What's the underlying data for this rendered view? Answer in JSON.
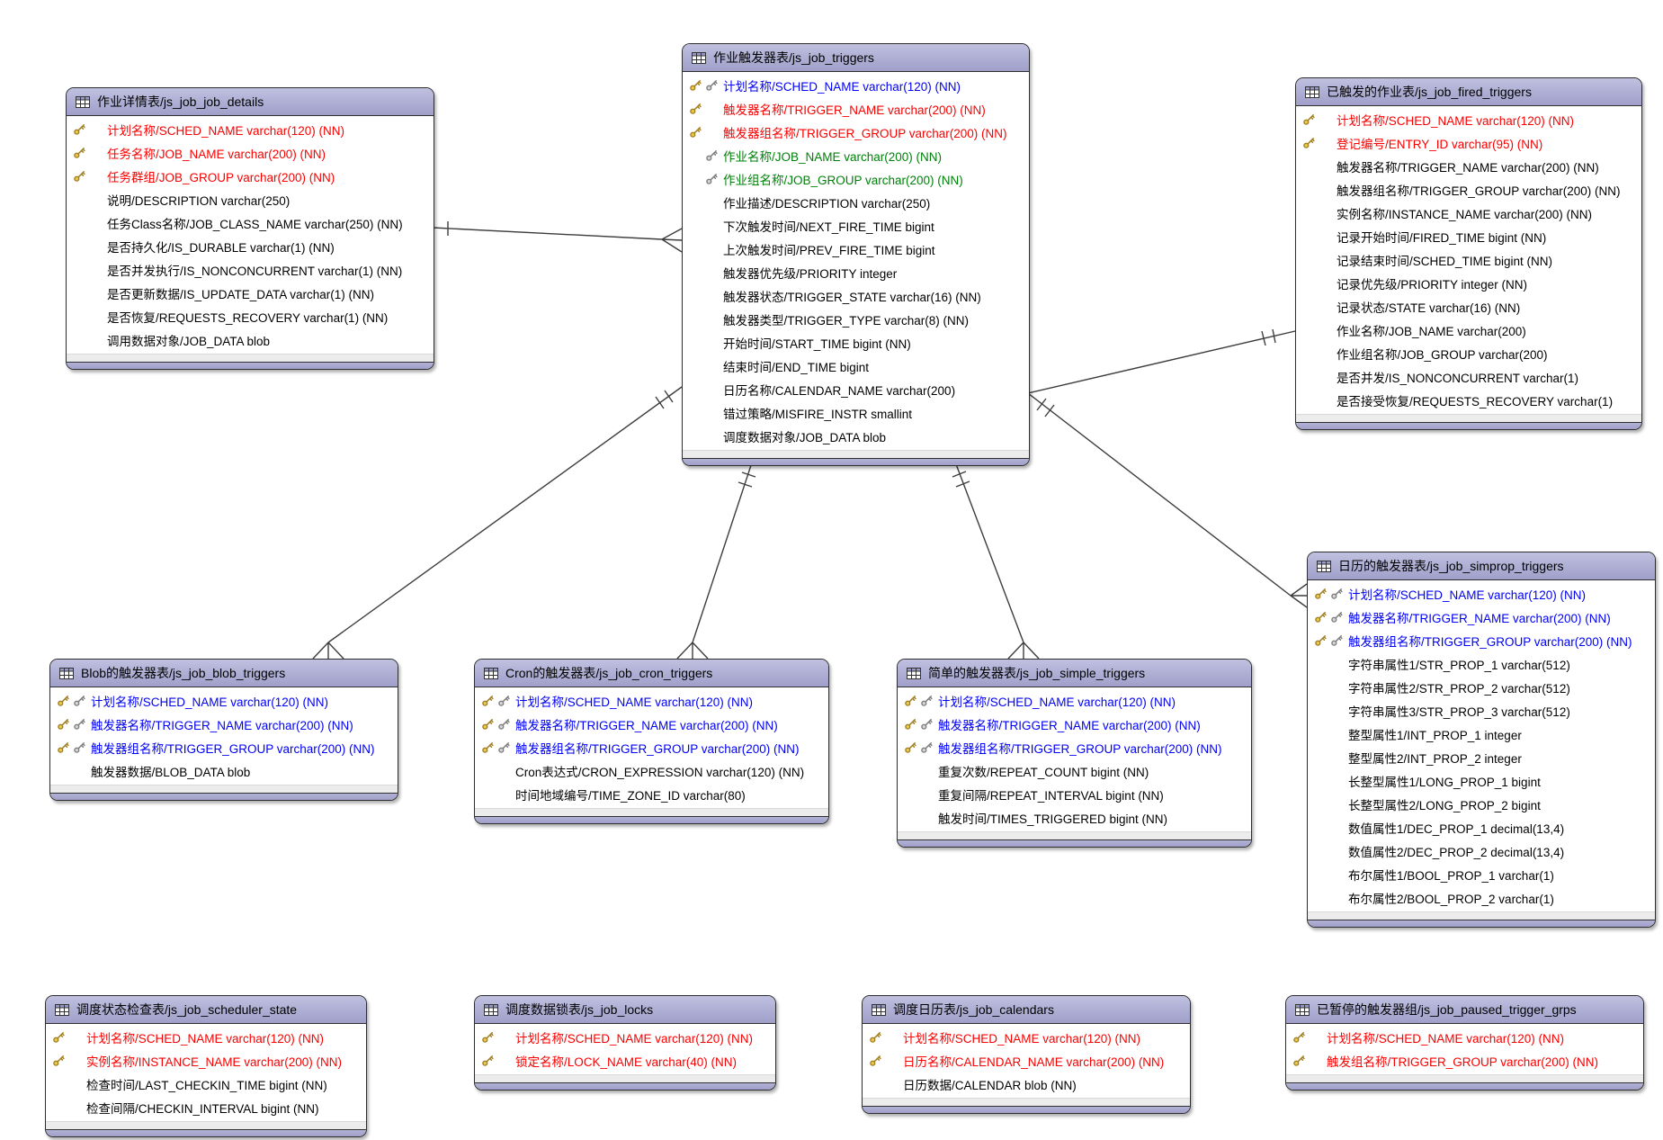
{
  "colors": {
    "header": "#9f9fca",
    "field_red": "#fa0000",
    "field_blue": "#0000f5",
    "field_green": "#00810a",
    "field_black": "#000000",
    "line": "#3d3d3d"
  },
  "entities": [
    {
      "id": "js_job_job_details",
      "title": "作业详情表/js_job_job_details",
      "fields": [
        {
          "label": "计划名称/SCHED_NAME varchar(120) (NN)",
          "color": "red",
          "keys": "G."
        },
        {
          "label": "任务名称/JOB_NAME varchar(200) (NN)",
          "color": "red",
          "keys": "G."
        },
        {
          "label": "任务群组/JOB_GROUP varchar(200) (NN)",
          "color": "red",
          "keys": "G."
        },
        {
          "label": "说明/DESCRIPTION varchar(250)",
          "color": "black",
          "keys": ".."
        },
        {
          "label": "任务Class名称/JOB_CLASS_NAME varchar(250) (NN)",
          "color": "black",
          "keys": ".."
        },
        {
          "label": "是否持久化/IS_DURABLE varchar(1) (NN)",
          "color": "black",
          "keys": ".."
        },
        {
          "label": "是否并发执行/IS_NONCONCURRENT varchar(1) (NN)",
          "color": "black",
          "keys": ".."
        },
        {
          "label": "是否更新数据/IS_UPDATE_DATA varchar(1) (NN)",
          "color": "black",
          "keys": ".."
        },
        {
          "label": "是否恢复/REQUESTS_RECOVERY varchar(1) (NN)",
          "color": "black",
          "keys": ".."
        },
        {
          "label": "调用数据对象/JOB_DATA blob",
          "color": "black",
          "keys": ".."
        }
      ]
    },
    {
      "id": "js_job_triggers",
      "title": "作业触发器表/js_job_triggers",
      "fields": [
        {
          "label": "计划名称/SCHED_NAME varchar(120) (NN)",
          "color": "blue",
          "keys": "GS"
        },
        {
          "label": "触发器名称/TRIGGER_NAME varchar(200) (NN)",
          "color": "red",
          "keys": "G."
        },
        {
          "label": "触发器组名称/TRIGGER_GROUP varchar(200) (NN)",
          "color": "red",
          "keys": "G."
        },
        {
          "label": "作业名称/JOB_NAME varchar(200) (NN)",
          "color": "green",
          "keys": ".S"
        },
        {
          "label": "作业组名称/JOB_GROUP varchar(200) (NN)",
          "color": "green",
          "keys": ".S"
        },
        {
          "label": "作业描述/DESCRIPTION varchar(250)",
          "color": "black",
          "keys": ".."
        },
        {
          "label": "下次触发时间/NEXT_FIRE_TIME bigint",
          "color": "black",
          "keys": ".."
        },
        {
          "label": "上次触发时间/PREV_FIRE_TIME bigint",
          "color": "black",
          "keys": ".."
        },
        {
          "label": "触发器优先级/PRIORITY integer",
          "color": "black",
          "keys": ".."
        },
        {
          "label": "触发器状态/TRIGGER_STATE varchar(16) (NN)",
          "color": "black",
          "keys": ".."
        },
        {
          "label": "触发器类型/TRIGGER_TYPE varchar(8) (NN)",
          "color": "black",
          "keys": ".."
        },
        {
          "label": "开始时间/START_TIME bigint (NN)",
          "color": "black",
          "keys": ".."
        },
        {
          "label": "结束时间/END_TIME bigint",
          "color": "black",
          "keys": ".."
        },
        {
          "label": "日历名称/CALENDAR_NAME varchar(200)",
          "color": "black",
          "keys": ".."
        },
        {
          "label": "错过策略/MISFIRE_INSTR smallint",
          "color": "black",
          "keys": ".."
        },
        {
          "label": "调度数据对象/JOB_DATA blob",
          "color": "black",
          "keys": ".."
        }
      ]
    },
    {
      "id": "js_job_fired_triggers",
      "title": "已触发的作业表/js_job_fired_triggers",
      "fields": [
        {
          "label": "计划名称/SCHED_NAME varchar(120) (NN)",
          "color": "red",
          "keys": "G."
        },
        {
          "label": "登记编号/ENTRY_ID varchar(95) (NN)",
          "color": "red",
          "keys": "G."
        },
        {
          "label": "触发器名称/TRIGGER_NAME varchar(200) (NN)",
          "color": "black",
          "keys": ".."
        },
        {
          "label": "触发器组名称/TRIGGER_GROUP varchar(200) (NN)",
          "color": "black",
          "keys": ".."
        },
        {
          "label": "实例名称/INSTANCE_NAME varchar(200) (NN)",
          "color": "black",
          "keys": ".."
        },
        {
          "label": "记录开始时间/FIRED_TIME bigint (NN)",
          "color": "black",
          "keys": ".."
        },
        {
          "label": "记录结束时间/SCHED_TIME bigint (NN)",
          "color": "black",
          "keys": ".."
        },
        {
          "label": "记录优先级/PRIORITY integer (NN)",
          "color": "black",
          "keys": ".."
        },
        {
          "label": "记录状态/STATE varchar(16) (NN)",
          "color": "black",
          "keys": ".."
        },
        {
          "label": "作业名称/JOB_NAME varchar(200)",
          "color": "black",
          "keys": ".."
        },
        {
          "label": "作业组名称/JOB_GROUP varchar(200)",
          "color": "black",
          "keys": ".."
        },
        {
          "label": "是否并发/IS_NONCONCURRENT varchar(1)",
          "color": "black",
          "keys": ".."
        },
        {
          "label": "是否接受恢复/REQUESTS_RECOVERY varchar(1)",
          "color": "black",
          "keys": ".."
        }
      ]
    },
    {
      "id": "js_job_simprop_triggers",
      "title": "日历的触发器表/js_job_simprop_triggers",
      "fields": [
        {
          "label": "计划名称/SCHED_NAME varchar(120) (NN)",
          "color": "blue",
          "keys": "GS"
        },
        {
          "label": "触发器名称/TRIGGER_NAME varchar(200) (NN)",
          "color": "blue",
          "keys": "GS"
        },
        {
          "label": "触发器组名称/TRIGGER_GROUP varchar(200) (NN)",
          "color": "blue",
          "keys": "GS"
        },
        {
          "label": "字符串属性1/STR_PROP_1 varchar(512)",
          "color": "black",
          "keys": ".."
        },
        {
          "label": "字符串属性2/STR_PROP_2 varchar(512)",
          "color": "black",
          "keys": ".."
        },
        {
          "label": "字符串属性3/STR_PROP_3 varchar(512)",
          "color": "black",
          "keys": ".."
        },
        {
          "label": "整型属性1/INT_PROP_1 integer",
          "color": "black",
          "keys": ".."
        },
        {
          "label": "整型属性2/INT_PROP_2 integer",
          "color": "black",
          "keys": ".."
        },
        {
          "label": "长整型属性1/LONG_PROP_1 bigint",
          "color": "black",
          "keys": ".."
        },
        {
          "label": "长整型属性2/LONG_PROP_2 bigint",
          "color": "black",
          "keys": ".."
        },
        {
          "label": "数值属性1/DEC_PROP_1 decimal(13,4)",
          "color": "black",
          "keys": ".."
        },
        {
          "label": "数值属性2/DEC_PROP_2 decimal(13,4)",
          "color": "black",
          "keys": ".."
        },
        {
          "label": "布尔属性1/BOOL_PROP_1 varchar(1)",
          "color": "black",
          "keys": ".."
        },
        {
          "label": "布尔属性2/BOOL_PROP_2 varchar(1)",
          "color": "black",
          "keys": ".."
        }
      ]
    },
    {
      "id": "js_job_blob_triggers",
      "title": "Blob的触发器表/js_job_blob_triggers",
      "fields": [
        {
          "label": "计划名称/SCHED_NAME varchar(120) (NN)",
          "color": "blue",
          "keys": "GS"
        },
        {
          "label": "触发器名称/TRIGGER_NAME varchar(200) (NN)",
          "color": "blue",
          "keys": "GS"
        },
        {
          "label": "触发器组名称/TRIGGER_GROUP varchar(200) (NN)",
          "color": "blue",
          "keys": "GS"
        },
        {
          "label": "触发器数据/BLOB_DATA blob",
          "color": "black",
          "keys": ".."
        }
      ]
    },
    {
      "id": "js_job_cron_triggers",
      "title": "Cron的触发器表/js_job_cron_triggers",
      "fields": [
        {
          "label": "计划名称/SCHED_NAME varchar(120) (NN)",
          "color": "blue",
          "keys": "GS"
        },
        {
          "label": "触发器名称/TRIGGER_NAME varchar(200) (NN)",
          "color": "blue",
          "keys": "GS"
        },
        {
          "label": "触发器组名称/TRIGGER_GROUP varchar(200) (NN)",
          "color": "blue",
          "keys": "GS"
        },
        {
          "label": "Cron表达式/CRON_EXPRESSION varchar(120) (NN)",
          "color": "black",
          "keys": ".."
        },
        {
          "label": "时间地域编号/TIME_ZONE_ID varchar(80)",
          "color": "black",
          "keys": ".."
        }
      ]
    },
    {
      "id": "js_job_simple_triggers",
      "title": "简单的触发器表/js_job_simple_triggers",
      "fields": [
        {
          "label": "计划名称/SCHED_NAME varchar(120) (NN)",
          "color": "blue",
          "keys": "GS"
        },
        {
          "label": "触发器名称/TRIGGER_NAME varchar(200) (NN)",
          "color": "blue",
          "keys": "GS"
        },
        {
          "label": "触发器组名称/TRIGGER_GROUP varchar(200) (NN)",
          "color": "blue",
          "keys": "GS"
        },
        {
          "label": "重复次数/REPEAT_COUNT bigint (NN)",
          "color": "black",
          "keys": ".."
        },
        {
          "label": "重复间隔/REPEAT_INTERVAL bigint (NN)",
          "color": "black",
          "keys": ".."
        },
        {
          "label": "触发时间/TIMES_TRIGGERED bigint (NN)",
          "color": "black",
          "keys": ".."
        }
      ]
    },
    {
      "id": "js_job_scheduler_state",
      "title": "调度状态检查表/js_job_scheduler_state",
      "fields": [
        {
          "label": "计划名称/SCHED_NAME varchar(120) (NN)",
          "color": "red",
          "keys": "G."
        },
        {
          "label": "实例名称/INSTANCE_NAME varchar(200) (NN)",
          "color": "red",
          "keys": "G."
        },
        {
          "label": "检查时间/LAST_CHECKIN_TIME bigint (NN)",
          "color": "black",
          "keys": ".."
        },
        {
          "label": "检查间隔/CHECKIN_INTERVAL bigint (NN)",
          "color": "black",
          "keys": ".."
        }
      ]
    },
    {
      "id": "js_job_locks",
      "title": "调度数据锁表/js_job_locks",
      "fields": [
        {
          "label": "计划名称/SCHED_NAME varchar(120) (NN)",
          "color": "red",
          "keys": "G."
        },
        {
          "label": "锁定名称/LOCK_NAME varchar(40) (NN)",
          "color": "red",
          "keys": "G."
        }
      ]
    },
    {
      "id": "js_job_calendars",
      "title": "调度日历表/js_job_calendars",
      "fields": [
        {
          "label": "计划名称/SCHED_NAME varchar(120) (NN)",
          "color": "red",
          "keys": "G."
        },
        {
          "label": "日历名称/CALENDAR_NAME varchar(200) (NN)",
          "color": "red",
          "keys": "G."
        },
        {
          "label": "日历数据/CALENDAR blob (NN)",
          "color": "black",
          "keys": ".."
        }
      ]
    },
    {
      "id": "js_job_paused_trigger_grps",
      "title": "已暂停的触发器组/js_job_paused_trigger_grps",
      "fields": [
        {
          "label": "计划名称/SCHED_NAME varchar(120) (NN)",
          "color": "red",
          "keys": "G."
        },
        {
          "label": "触发组名称/TRIGGER_GROUP varchar(200) (NN)",
          "color": "red",
          "keys": "G."
        }
      ]
    }
  ],
  "relationships": [
    {
      "from": "js_job_job_details",
      "to": "js_job_triggers"
    },
    {
      "from": "js_job_triggers",
      "to": "js_job_blob_triggers"
    },
    {
      "from": "js_job_triggers",
      "to": "js_job_cron_triggers"
    },
    {
      "from": "js_job_triggers",
      "to": "js_job_simple_triggers"
    },
    {
      "from": "js_job_triggers",
      "to": "js_job_simprop_triggers"
    },
    {
      "from": "js_job_triggers",
      "to": "js_job_fired_triggers"
    }
  ]
}
